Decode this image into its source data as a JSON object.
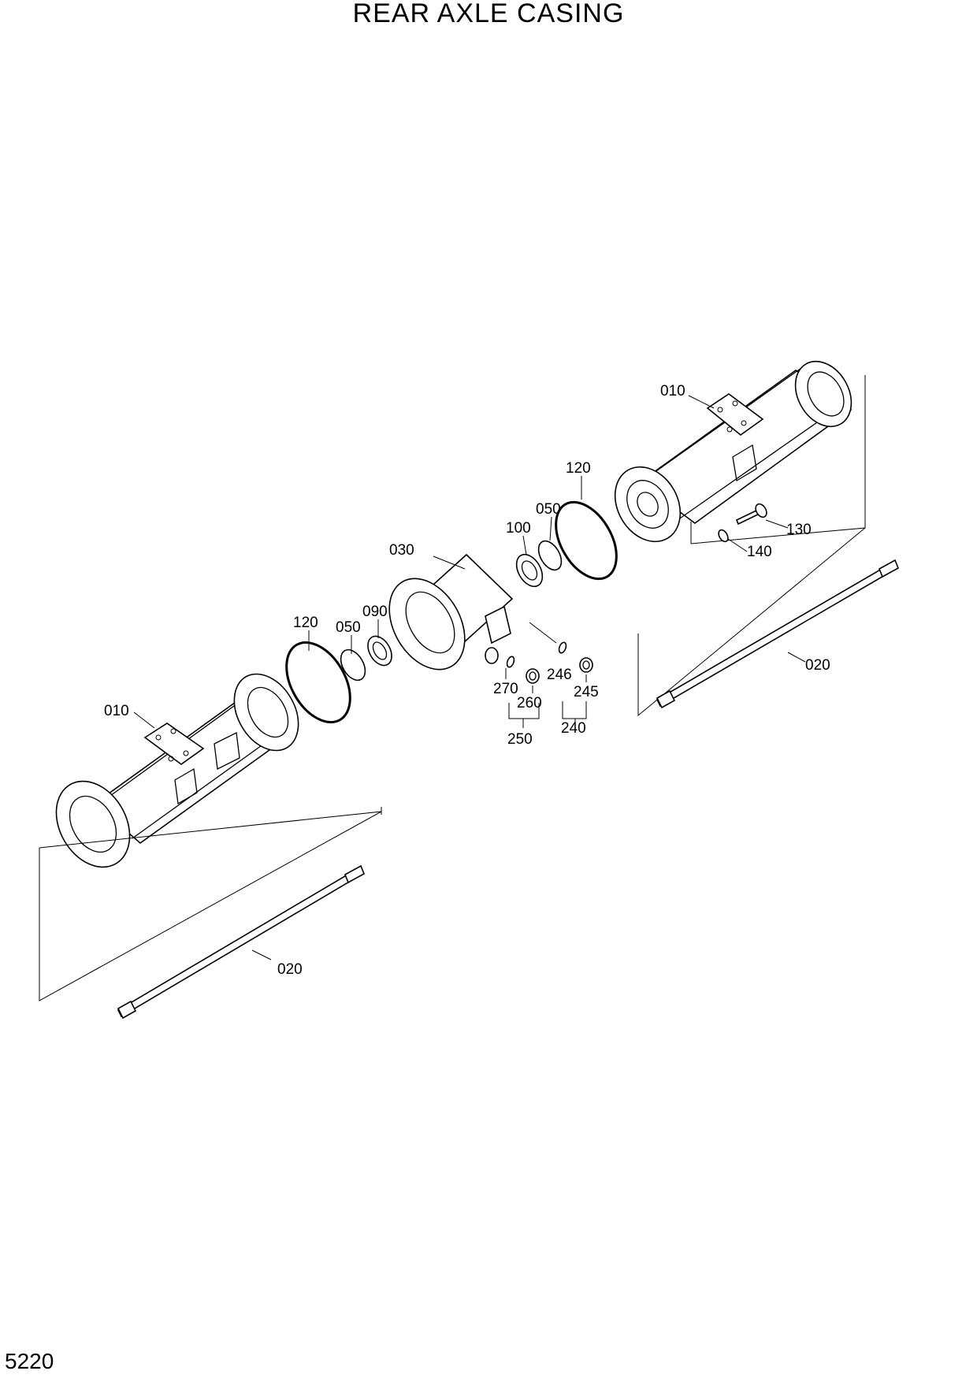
{
  "title": "REAR AXLE CASING",
  "page_number": "5220",
  "callouts": {
    "c010_right": "010",
    "c120_right": "120",
    "c050_right": "050",
    "c100": "100",
    "c030": "030",
    "c130": "130",
    "c140": "140",
    "c120_left": "120",
    "c050_left": "050",
    "c090": "090",
    "c246": "246",
    "c270": "270",
    "c245": "245",
    "c260": "260",
    "c240": "240",
    "c250": "250",
    "c020_right": "020",
    "c010_left": "010",
    "c020_left": "020"
  }
}
